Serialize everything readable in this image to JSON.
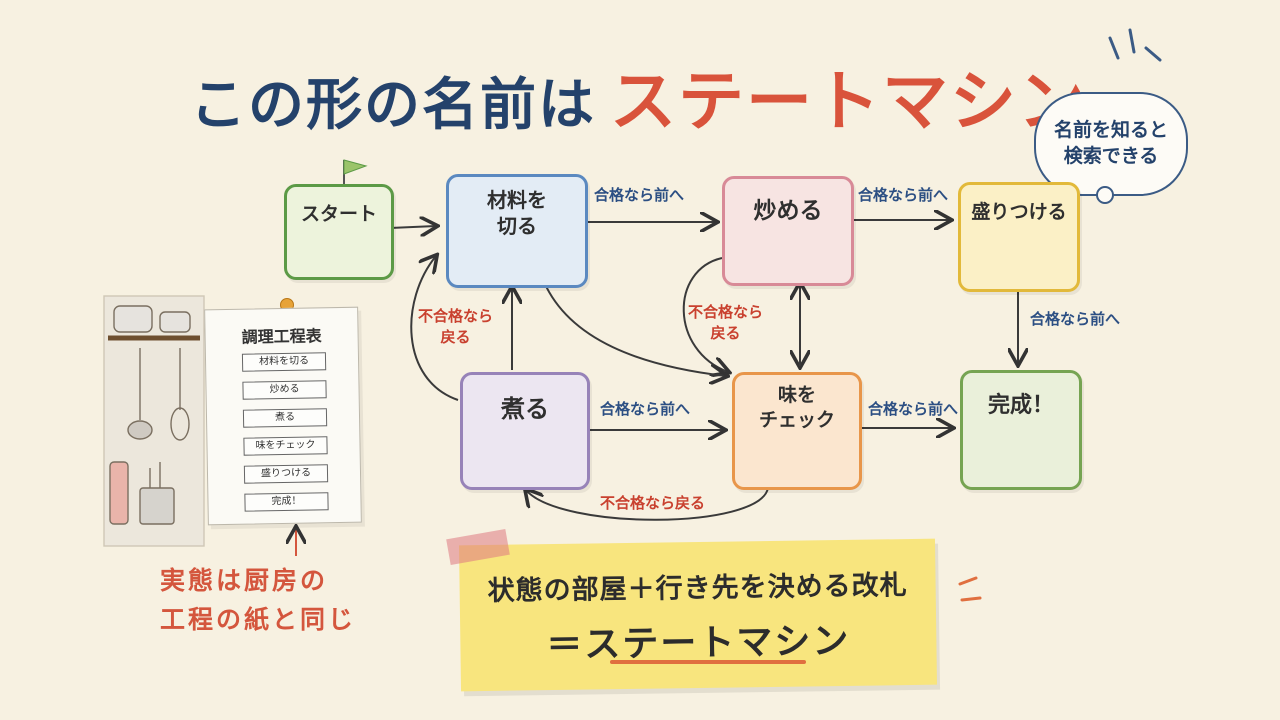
{
  "title": {
    "part1": "この形の名前は",
    "part2": "ステートマシン"
  },
  "bubble": {
    "line1": "名前を知ると",
    "line2": "検索できる"
  },
  "states": {
    "start": "スタート",
    "cut_line1": "材料を",
    "cut_line2": "切る",
    "fry": "炒める",
    "serve": "盛りつける",
    "boil": "煮る",
    "taste_line1": "味を",
    "taste_line2": "チェック",
    "done": "完成！"
  },
  "edges": {
    "cut_to_fry": "合格なら前へ",
    "fry_to_serve": "合格なら前へ",
    "serve_to_done": "合格なら前へ",
    "boil_to_taste": "合格なら前へ",
    "taste_to_done": "合格なら前へ",
    "boil_back_line1": "不合格なら",
    "boil_back_line2": "戻る",
    "fry_back_line1": "不合格なら",
    "fry_back_line2": "戻る",
    "taste_back": "不合格なら戻る"
  },
  "kitchen_paper": {
    "title": "調理工程表",
    "steps": [
      "材料を切る",
      "炒める",
      "煮る",
      "味をチェック",
      "盛りつける",
      "完成！"
    ]
  },
  "reality": {
    "line1": "実態は厨房の",
    "line2": "工程の紙と同じ"
  },
  "note": {
    "line1": "状態の部屋＋行き先を決める改札",
    "line2": "＝ステートマシン"
  },
  "colors": {
    "title_blue": "#24426b",
    "title_red": "#d9533b",
    "forward_blue": "#2c4f83",
    "back_red": "#c9412f",
    "note_yellow": "#f8e57e",
    "background": "#f7f1e1"
  }
}
